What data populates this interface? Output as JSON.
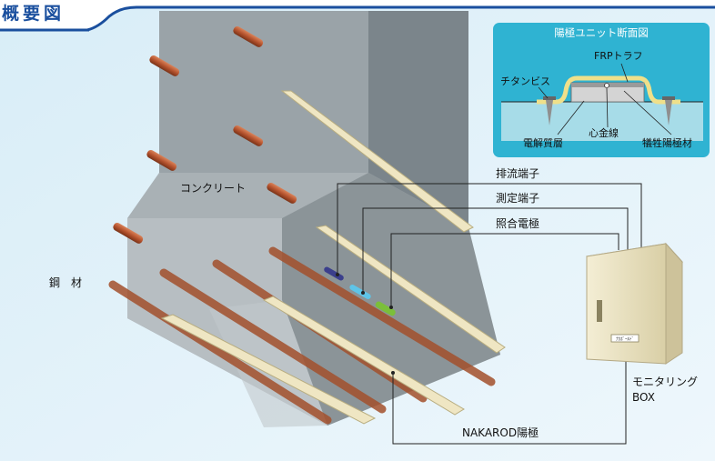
{
  "title": "概要図",
  "inset": {
    "title": "陽極ユニット断面図",
    "labels": {
      "frp": "FRPトラフ",
      "titanium": "チタンビス",
      "electrolyte": "電解質層",
      "core": "心金線",
      "sacrificial": "犠牲陽極材"
    }
  },
  "labels": {
    "concrete": "コンクリート",
    "steel": "鋼　材",
    "drain": "排流端子",
    "measure": "測定端子",
    "reference": "照合電極",
    "monitoring": "モニタリング",
    "box": "BOX",
    "anode": "NAKAROD陽極",
    "box_plate": "ﾅｶﾎﾞｰﾙﾄﾞ"
  },
  "colors": {
    "title": "#1a4f9e",
    "inset_bg": "#2fb3d2",
    "concrete": "#8d979c",
    "rebar": "#b5532e",
    "anode": "#efe6c3",
    "box": "#efe8cc"
  }
}
